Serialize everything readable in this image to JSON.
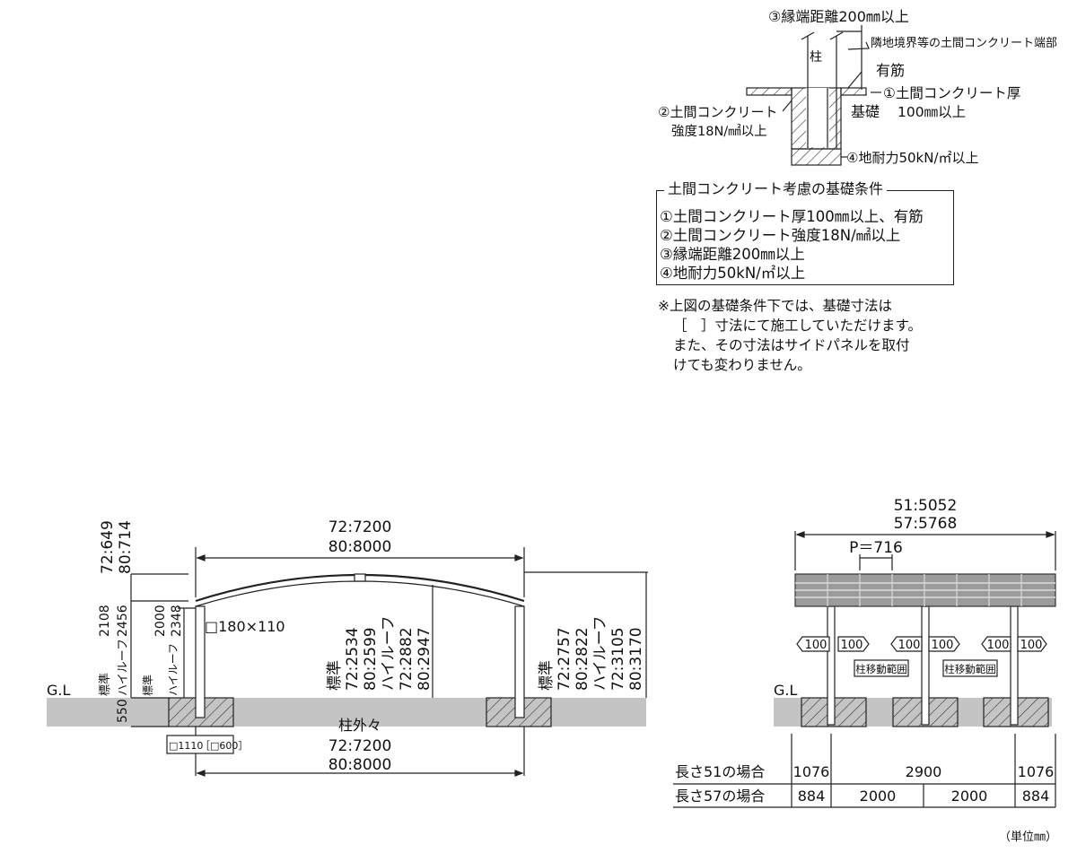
{
  "foundation_section": {
    "edge_distance": "③縁端距離200㎜以上",
    "neighbor_boundary": "隣地境界等の土間コンクリート端部",
    "column": "柱",
    "rebar": "有筋",
    "slab_thickness_1": "①土間コンクリート厚",
    "slab_thickness_2": "100㎜以上",
    "foundation": "基礎",
    "strength_1": "②土間コンクリート",
    "strength_2": "強度18N/㎟以上",
    "bearing": "④地耐力50kN/㎡以上"
  },
  "conditions": {
    "title": "土間コンクリート考慮の基礎条件",
    "items": [
      "①土間コンクリート厚100㎜以上、有筋",
      "②土間コンクリート強度18N/㎟以上",
      "③縁端距離200㎜以上",
      "④地耐力50kN/㎡以上"
    ],
    "note": [
      "※上図の基礎条件下では、基礎寸法は",
      "［　］寸法にて施工していただけます。",
      "また、その寸法はサイドパネルを取付",
      "けても変わりません。"
    ]
  },
  "front_view": {
    "gl": "G.L",
    "width_72": "72:7200",
    "width_80": "80:8000",
    "rise_72": "72:649",
    "rise_80": "80:714",
    "h_std": "2108",
    "h_high": "2456",
    "h_std_label": "標準",
    "h_high_label": "ハイルーフ",
    "clear_std": "2000",
    "clear_high": "2348",
    "clear_std_label": "標準",
    "clear_high_label": "ハイルーフ",
    "post_size": "□180×110",
    "depth": "550",
    "mid_std": "標準",
    "mid_72s": "72:2534",
    "mid_80s": "80:2599",
    "mid_high": "ハイルーフ",
    "mid_72h": "72:2882",
    "mid_80h": "80:2947",
    "right_std": "標準",
    "right_72s": "72:2757",
    "right_80s": "80:2822",
    "right_high": "ハイルーフ",
    "right_72h": "72:3105",
    "right_80h": "80:3170",
    "post_outer": "柱外々",
    "post_72": "72:7200",
    "post_80": "80:8000",
    "found_size": "□1110",
    "found_size_alt": "［□600］"
  },
  "side_view": {
    "gl": "G.L",
    "len_51": "51:5052",
    "len_57": "57:5768",
    "pitch": "P＝716",
    "move_100": "100",
    "move_range": "柱移動範囲",
    "row1_label": "長さ51の場合",
    "row1_values": [
      "1076",
      "2900",
      "1076"
    ],
    "row2_label": "長さ57の場合",
    "row2_values": [
      "884",
      "2000",
      "2000",
      "884"
    ]
  },
  "unit": "（単位㎜）"
}
